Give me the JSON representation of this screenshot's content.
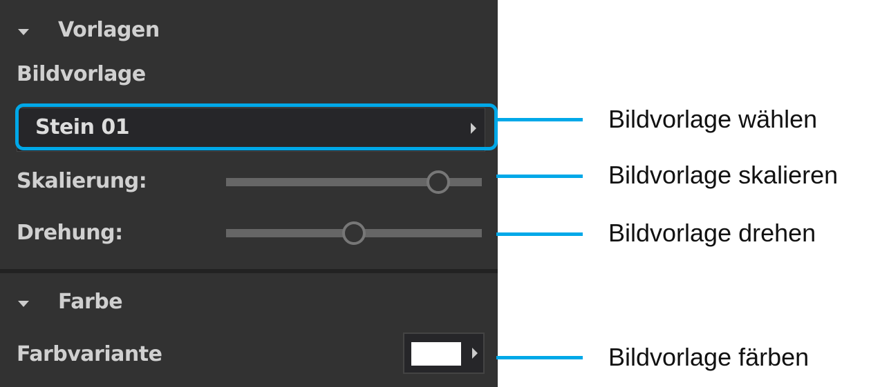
{
  "panel": {
    "section_templates": {
      "title": "Vorlagen"
    },
    "image_template_label": "Bildvorlage",
    "image_template_value": "Stein 01",
    "scale": {
      "label": "Skalierung:",
      "value": 0.83
    },
    "rotation": {
      "label": "Drehung:",
      "value": 0.5
    },
    "section_color": {
      "title": "Farbe"
    },
    "color_variant_label": "Farbvariante",
    "color_variant_value": "#ffffff"
  },
  "callouts": [
    "Bildvorlage wählen",
    "Bildvorlage skalieren",
    "Bildvorlage drehen",
    "Bildvorlage färben"
  ],
  "colors": {
    "accent": "#00a8e8",
    "panel_bg": "#323232"
  }
}
